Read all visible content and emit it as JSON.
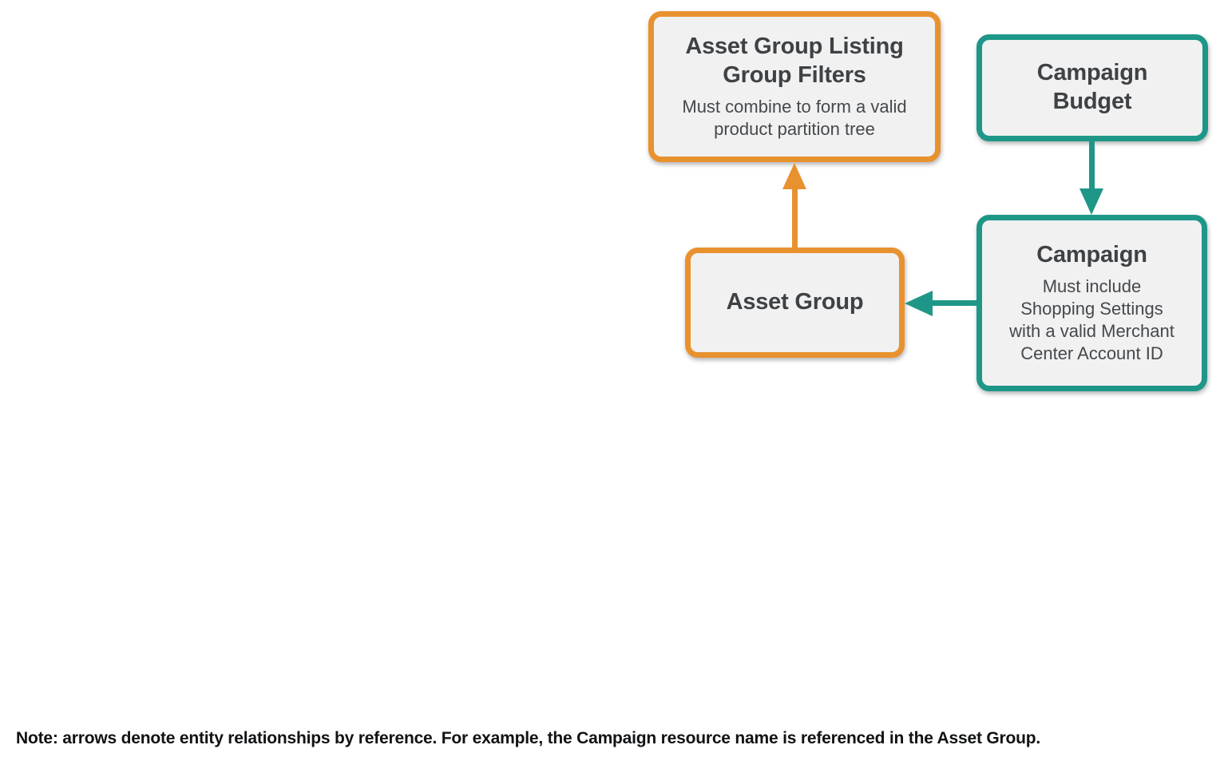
{
  "colors": {
    "orange": "#E8922F",
    "teal": "#1E9788",
    "box_background": "#F1F1F2",
    "box_title_text": "#3E4245",
    "box_subtitle_text": "#45494C",
    "note_text": "#101214",
    "canvas_background": "#FFFFFF"
  },
  "nodes": {
    "listing_filters": {
      "title": "Asset Group Listing\nGroup Filters",
      "subtitle": "Must combine to form a valid\nproduct partition tree",
      "accent": "orange"
    },
    "campaign_budget": {
      "title": "Campaign\nBudget",
      "accent": "teal"
    },
    "campaign": {
      "title": "Campaign",
      "subtitle": "Must include\nShopping Settings\nwith a valid Merchant\nCenter Account ID",
      "accent": "teal"
    },
    "asset_group": {
      "title": "Asset Group",
      "accent": "orange"
    }
  },
  "edges": [
    {
      "from": "asset-group",
      "to": "asset-group-listing-group-filters",
      "color": "orange",
      "direction": "up"
    },
    {
      "from": "campaign-budget",
      "to": "campaign",
      "color": "teal",
      "direction": "down"
    },
    {
      "from": "campaign",
      "to": "asset-group",
      "color": "teal",
      "direction": "left"
    }
  ],
  "note": "Note: arrows denote entity relationships by reference. For example, the Campaign resource name is referenced in the Asset Group."
}
